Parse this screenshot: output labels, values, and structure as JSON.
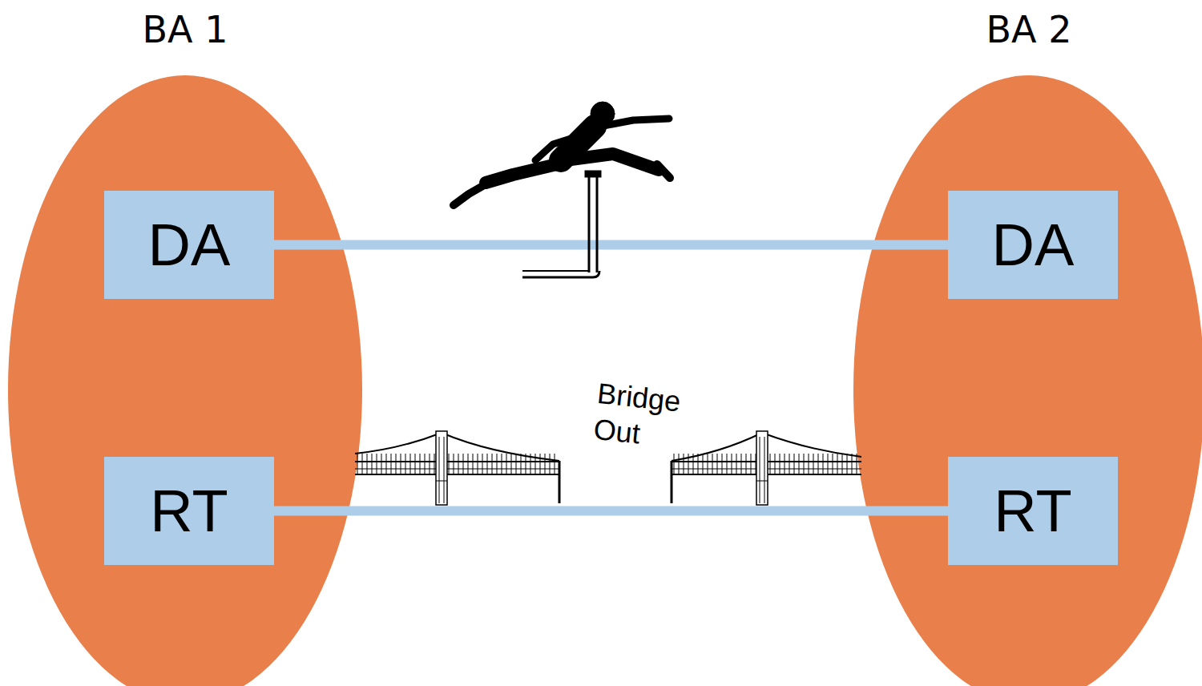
{
  "diagram": {
    "nodes": [
      {
        "text": [
          "BA 1"
        ]
      },
      {
        "text": [
          "DA"
        ],
        "in": 0
      },
      {
        "text": [
          "RT"
        ],
        "in": 0
      },
      {
        "text": [
          "BA 2"
        ]
      },
      {
        "text": [
          "DA"
        ],
        "in": 3
      },
      {
        "text": [
          "RT"
        ],
        "in": 3
      }
    ],
    "edges": [
      {
        "from": 1,
        "to": 4,
        "arrow": "none"
      },
      {
        "from": 2,
        "to": 5,
        "arrow": "none"
      }
    ],
    "labels": [
      "Bridge Out"
    ]
  }
}
